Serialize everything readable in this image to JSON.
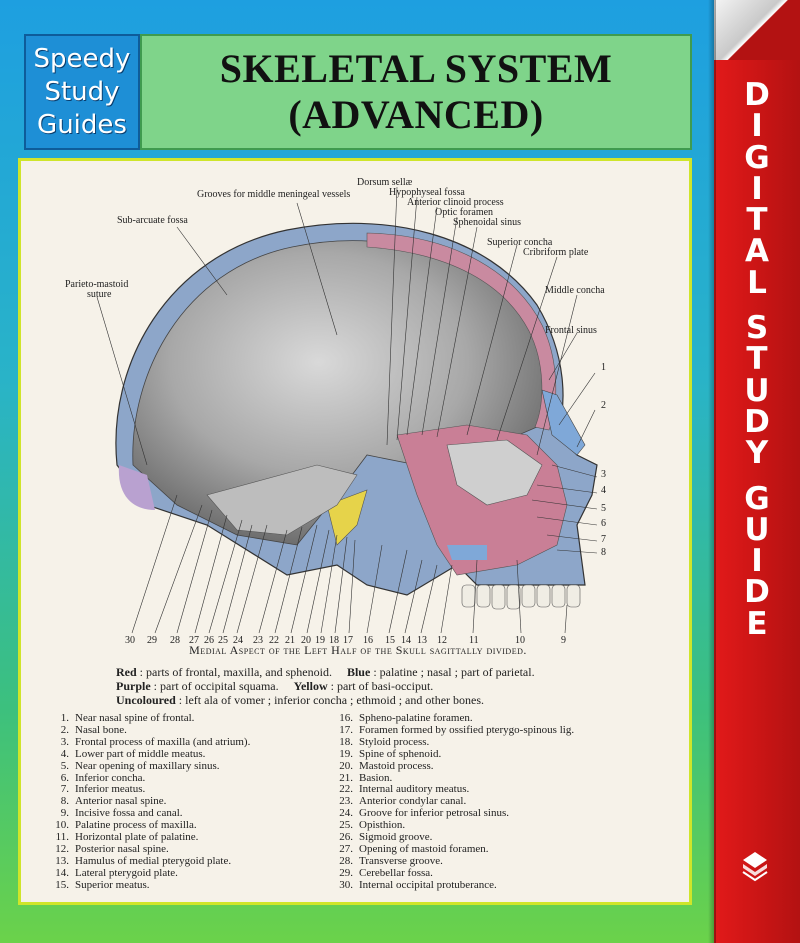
{
  "logo": {
    "lines": [
      "Speedy",
      "Study",
      "Guides"
    ]
  },
  "title": {
    "line1": "SKELETAL SYSTEM",
    "line2": "(ADVANCED)"
  },
  "spine": {
    "words": [
      "DIGITAL",
      "STUDY",
      "GUIDE"
    ]
  },
  "figure": {
    "top_labels": [
      "Grooves for middle meningeal vessels",
      "Dorsum sellæ",
      "Hypophyseal fossa",
      "Anterior clinoid process",
      "Optic foramen",
      "Sphenoidal sinus",
      "Sub-arcuate fossa",
      "Superior concha",
      "Cribriform plate",
      "Parieto-mastoid",
      "suture",
      "Middle concha",
      "Frontal sinus"
    ],
    "right_numbers": [
      "1",
      "2",
      "3",
      "4",
      "5",
      "6",
      "7",
      "8"
    ],
    "bottom_numbers": [
      "30",
      "29",
      "28",
      "27",
      "26",
      "25",
      "24",
      "23",
      "22",
      "21",
      "20",
      "19",
      "18",
      "17",
      "16",
      "15",
      "14",
      "13",
      "12",
      "11",
      "10",
      "9"
    ],
    "caption": "Medial Aspect of the Left Half of the Skull sagittally divided."
  },
  "legend": {
    "red_label": "Red",
    "red_text": ": parts of frontal, maxilla, and sphenoid.",
    "blue_label": "Blue",
    "blue_text": ": palatine ; nasal ; part of parietal.",
    "purple_label": "Purple",
    "purple_text": ": part of occipital squama.",
    "yellow_label": "Yellow",
    "yellow_text": ": part of basi-occiput.",
    "uncoloured_label": "Uncoloured",
    "uncoloured_text": ": left ala of vomer ; inferior concha ; ethmoid ; and other bones."
  },
  "list_left": [
    {
      "n": "1.",
      "t": "Near nasal spine of frontal."
    },
    {
      "n": "2.",
      "t": "Nasal bone."
    },
    {
      "n": "3.",
      "t": "Frontal process of maxilla (and atrium)."
    },
    {
      "n": "4.",
      "t": "Lower part of middle meatus."
    },
    {
      "n": "5.",
      "t": "Near opening of maxillary sinus."
    },
    {
      "n": "6.",
      "t": "Inferior concha."
    },
    {
      "n": "7.",
      "t": "Inferior meatus."
    },
    {
      "n": "8.",
      "t": "Anterior nasal spine."
    },
    {
      "n": "9.",
      "t": "Incisive fossa and canal."
    },
    {
      "n": "10.",
      "t": "Palatine process of maxilla."
    },
    {
      "n": "11.",
      "t": "Horizontal plate of palatine."
    },
    {
      "n": "12.",
      "t": "Posterior nasal spine."
    },
    {
      "n": "13.",
      "t": "Hamulus of medial pterygoid plate."
    },
    {
      "n": "14.",
      "t": "Lateral pterygoid plate."
    },
    {
      "n": "15.",
      "t": "Superior meatus."
    }
  ],
  "list_right": [
    {
      "n": "16.",
      "t": "Spheno-palatine foramen."
    },
    {
      "n": "17.",
      "t": "Foramen formed by ossified pterygo-spinous lig."
    },
    {
      "n": "18.",
      "t": "Styloid process."
    },
    {
      "n": "19.",
      "t": "Spine of sphenoid."
    },
    {
      "n": "20.",
      "t": "Mastoid process."
    },
    {
      "n": "21.",
      "t": "Basion."
    },
    {
      "n": "22.",
      "t": "Internal auditory meatus."
    },
    {
      "n": "23.",
      "t": "Anterior condylar canal."
    },
    {
      "n": "24.",
      "t": "Groove for inferior petrosal sinus."
    },
    {
      "n": "25.",
      "t": "Opisthion."
    },
    {
      "n": "26.",
      "t": "Sigmoid groove."
    },
    {
      "n": "27.",
      "t": "Opening of mastoid foramen."
    },
    {
      "n": "28.",
      "t": "Transverse groove."
    },
    {
      "n": "29.",
      "t": "Cerebellar fossa."
    },
    {
      "n": "30.",
      "t": "Internal occipital protuberance."
    }
  ],
  "colors": {
    "spine_red": "#d01616",
    "title_green": "#7fd48a",
    "logo_blue": "#1e8fd6",
    "page_border": "#cfe52a"
  }
}
